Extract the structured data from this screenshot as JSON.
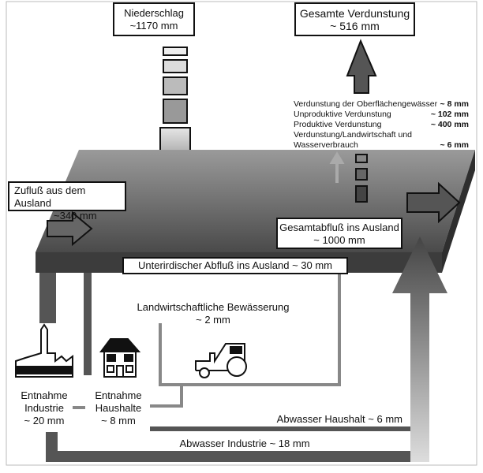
{
  "precipitation": {
    "title": "Niederschlag",
    "value": "~1170 mm"
  },
  "total_evaporation": {
    "title": "Gesamte Verdunstung",
    "value": "~ 516 mm"
  },
  "evaporation_breakdown": [
    {
      "label": "Verdunstung der Oberflächengewässer",
      "value": "~ 8 mm"
    },
    {
      "label": "Unproduktive Verdunstung",
      "value": "~ 102 mm"
    },
    {
      "label": "Produktive Verdunstung",
      "value": "~ 400 mm"
    },
    {
      "label": "Verdunstung/Landwirtschaft und",
      "value": ""
    },
    {
      "label": "Wasserverbrauch",
      "value": "~ 6 mm"
    }
  ],
  "inflow": {
    "title": "Zufluß aus dem Ausland",
    "value": "~340 mm"
  },
  "outflow": {
    "title": "Gesamtabfluß ins Ausland",
    "value": "~ 1000 mm"
  },
  "underground_outflow": "Unterirdischer Abfluß ins Ausland ~ 30 mm",
  "irrigation": {
    "title": "Landwirtschaftliche Bewässerung",
    "value": "~ 2 mm"
  },
  "industry": {
    "line1": "Entnahme",
    "line2": "Industrie",
    "value": "~ 20 mm"
  },
  "households": {
    "line1": "Entnahme",
    "line2": "Haushalte",
    "value": "~ 8 mm"
  },
  "wastewater_households": "Abwasser Haushalt ~ 6 mm",
  "wastewater_industry": "Abwasser Industrie ~ 18 mm",
  "icons": [
    "factory-icon",
    "house-icon",
    "tractor-icon"
  ],
  "colors": {
    "slab_top": "#6e6e6e",
    "slab_front": "#3c3c3c",
    "pipe": "#5a5a5a",
    "pipe_light": "#8a8a8a"
  }
}
